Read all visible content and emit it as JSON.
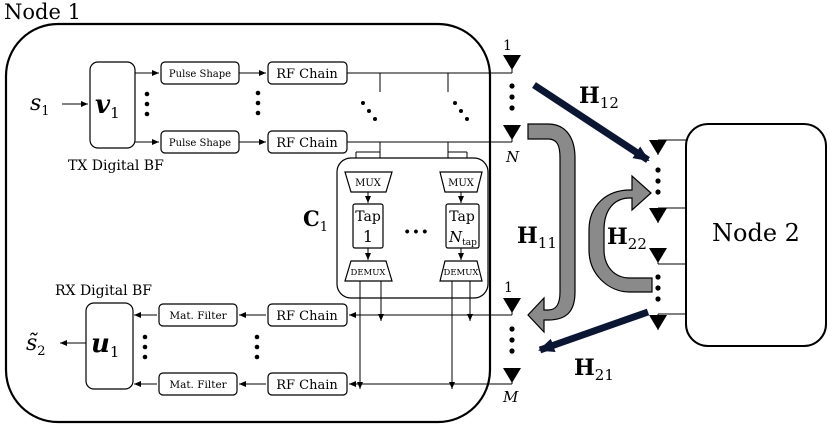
{
  "node1": {
    "title": "Node 1"
  },
  "node2": {
    "title": "Node 2"
  },
  "tx": {
    "input": "s",
    "input_sub": "1",
    "bf_symbol": "v",
    "bf_sub": "1",
    "bf_label": "TX Digital BF",
    "pulse_shape": "Pulse Shape",
    "rf_chain": "RF Chain",
    "antenna_first": "1",
    "antenna_last": "N"
  },
  "rx": {
    "output": "s̃",
    "output_sub": "2",
    "bf_symbol": "u",
    "bf_sub": "1",
    "bf_label": "RX Digital BF",
    "mat_filter": "Mat. Filter",
    "rf_chain": "RF Chain",
    "antenna_first": "1",
    "antenna_last": "M"
  },
  "canceller": {
    "symbol": "C",
    "sub": "1",
    "mux": "MUX",
    "demux": "DEMUX",
    "tap_label": "Tap",
    "tap_first": "1",
    "tap_last": "N",
    "tap_last_sub": "tap",
    "ellipsis": "• • •"
  },
  "channels": {
    "h12": {
      "symbol": "H",
      "sub": "12"
    },
    "h11": {
      "symbol": "H",
      "sub": "11"
    },
    "h22": {
      "symbol": "H",
      "sub": "22"
    },
    "h21": {
      "symbol": "H",
      "sub": "21"
    }
  },
  "colors": {
    "arrow_navy": "#0b1633",
    "arrow_gray": "#8a8a8a",
    "line": "#000000"
  }
}
